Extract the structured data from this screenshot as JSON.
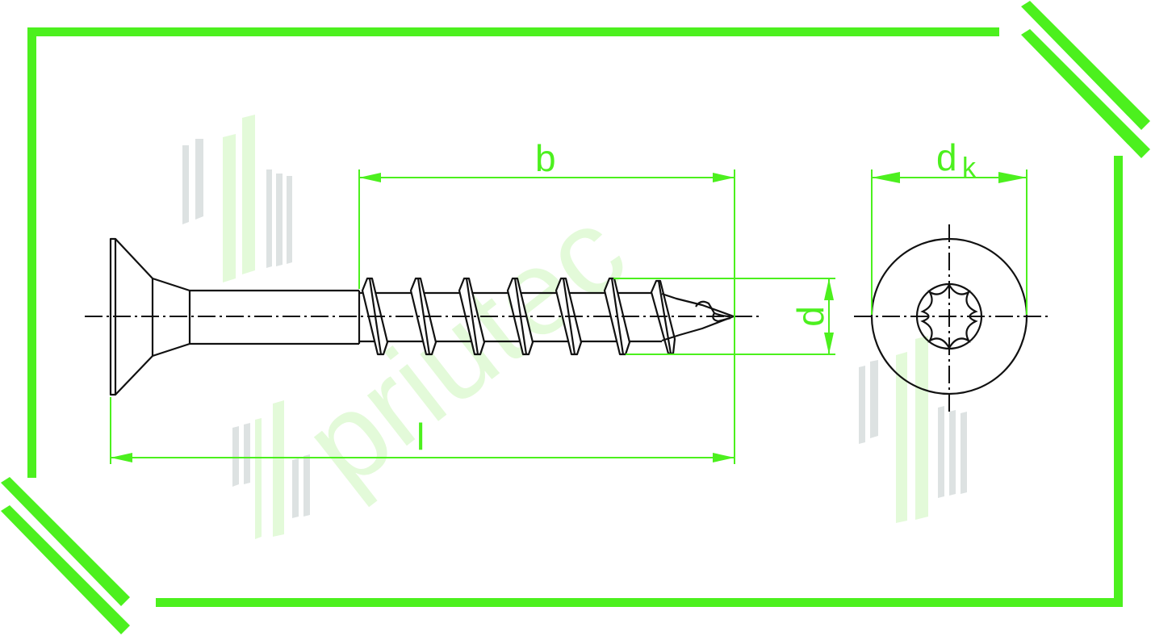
{
  "diagram": {
    "type": "technical-drawing",
    "subject": "countersunk wood screw with hexalobular (Torx) drive",
    "views": [
      "side-view",
      "top-view"
    ],
    "colors": {
      "frame": "#4cf01e",
      "dimension": "#4cf01e",
      "outline": "#111111",
      "watermark_green": "#e3fad9",
      "watermark_gray": "#dde2e2"
    },
    "dimensions": {
      "b": {
        "label": "b",
        "description": "thread length"
      },
      "l": {
        "label": "l",
        "description": "nominal length"
      },
      "d": {
        "label": "d",
        "description": "thread diameter"
      },
      "dk": {
        "label": "d",
        "subscript": "k",
        "description": "head diameter"
      }
    },
    "watermark": {
      "text": "priutec"
    }
  }
}
